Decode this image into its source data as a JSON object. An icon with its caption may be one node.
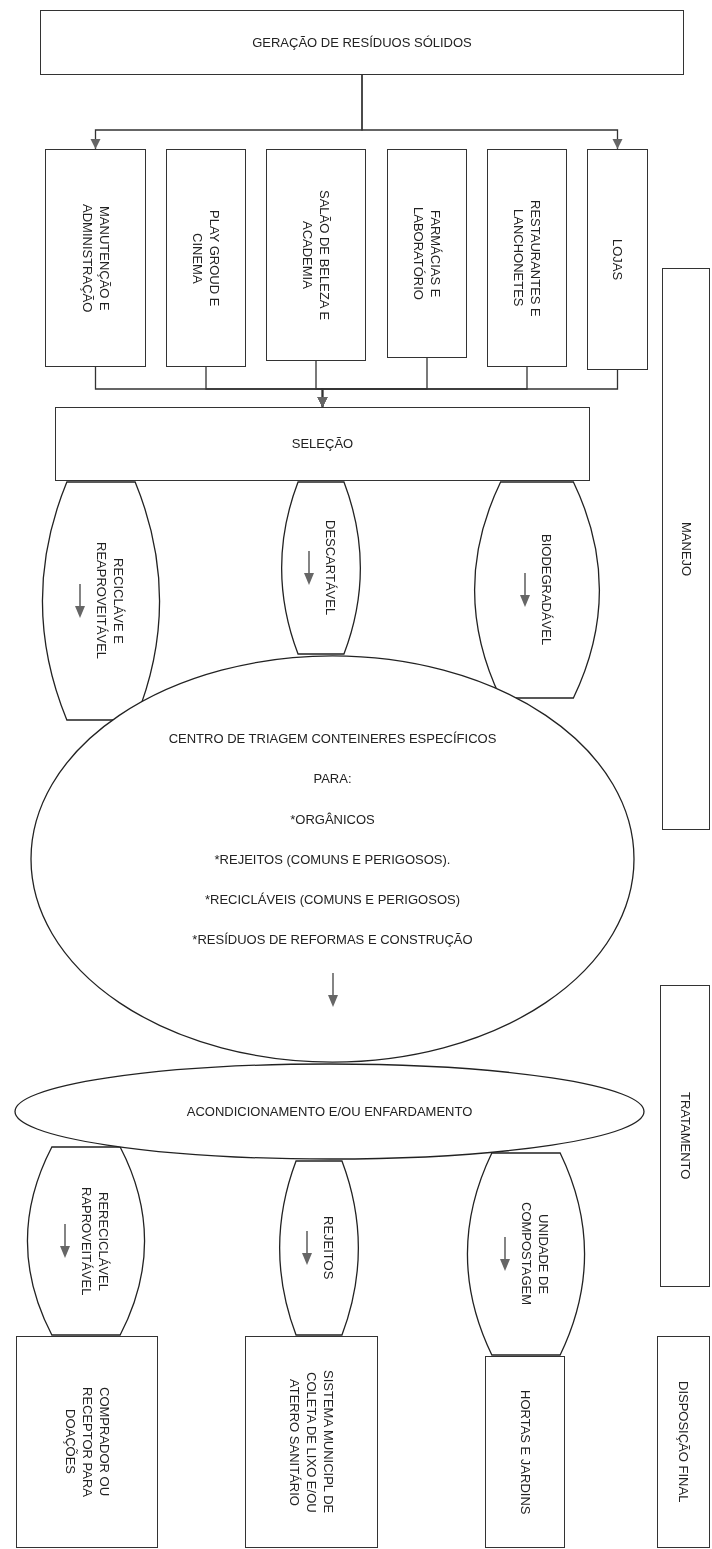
{
  "diagram": {
    "nodes": [
      {
        "text": [
          "GERAÇÃO DE RESÍDUOS SÓLIDOS"
        ]
      },
      {
        "text": [
          "MANUTENÇÃO E ADMINISTRAÇÃO"
        ]
      },
      {
        "text": [
          "PLAY GROUD E CINEMA"
        ]
      },
      {
        "text": [
          "SALÃO DE BELEZA E ACADEMIA"
        ]
      },
      {
        "text": [
          "FARMÁCIAS E LABORATÓRIO"
        ]
      },
      {
        "text": [
          "RESTAURANTES E LANCHONETES"
        ]
      },
      {
        "text": [
          "LOJAS"
        ]
      },
      {
        "text": [
          "SELEÇÃO"
        ]
      },
      {
        "text": [
          "RECICLÁVE E REAPROVEITÁVEL"
        ]
      },
      {
        "text": [
          "DESCARTÁVEL"
        ]
      },
      {
        "text": [
          "BIODEGRADÁVEL"
        ]
      },
      {
        "text": [
          "CENTRO DE TRIAGEM CONTEINERES ESPECÍFICOS PARA:",
          "*ORGÂNICOS",
          "*REJEITOS (COMUNS E PERIGOSOS).",
          "*RECICLÁVEIS (COMUNS E PERIGOSOS)",
          "*RESÍDUOS DE REFORMAS E CONSTRUÇÃO"
        ]
      },
      {
        "text": [
          "ACONDICIONAMENTO E/OU ENFARDAMENTO"
        ]
      },
      {
        "text": [
          "RERECICLÁVEL RAPROVEITÁVEL"
        ]
      },
      {
        "text": [
          "REJEITOS"
        ]
      },
      {
        "text": [
          "UNIDADE DE COMPOSTAGEM"
        ]
      },
      {
        "text": [
          "COMPRADOR OU RECEPTOR PARA DOAÇÕES"
        ]
      },
      {
        "text": [
          "SISTEMA MUNICIPL DE COLETA DE LIXO E/OU ATERRO SANITÁRIO"
        ]
      },
      {
        "text": [
          "HORTAS E JARDINS"
        ]
      },
      {
        "text": [
          "MANEJO"
        ]
      },
      {
        "text": [
          "TRATAMENTO"
        ]
      },
      {
        "text": [
          "DISPOSIÇÃO FINAL"
        ]
      }
    ],
    "edges": [
      {
        "from": 0,
        "to": 1,
        "arrow": "to"
      },
      {
        "from": 0,
        "to": 6,
        "arrow": "to"
      },
      {
        "from": 1,
        "to": 7,
        "arrow": "to"
      },
      {
        "from": 2,
        "to": 7,
        "arrow": "to"
      },
      {
        "from": 3,
        "to": 7,
        "arrow": "to"
      },
      {
        "from": 4,
        "to": 7,
        "arrow": "to"
      },
      {
        "from": 5,
        "to": 7,
        "arrow": "to"
      },
      {
        "from": 6,
        "to": 7,
        "arrow": "to"
      }
    ]
  }
}
